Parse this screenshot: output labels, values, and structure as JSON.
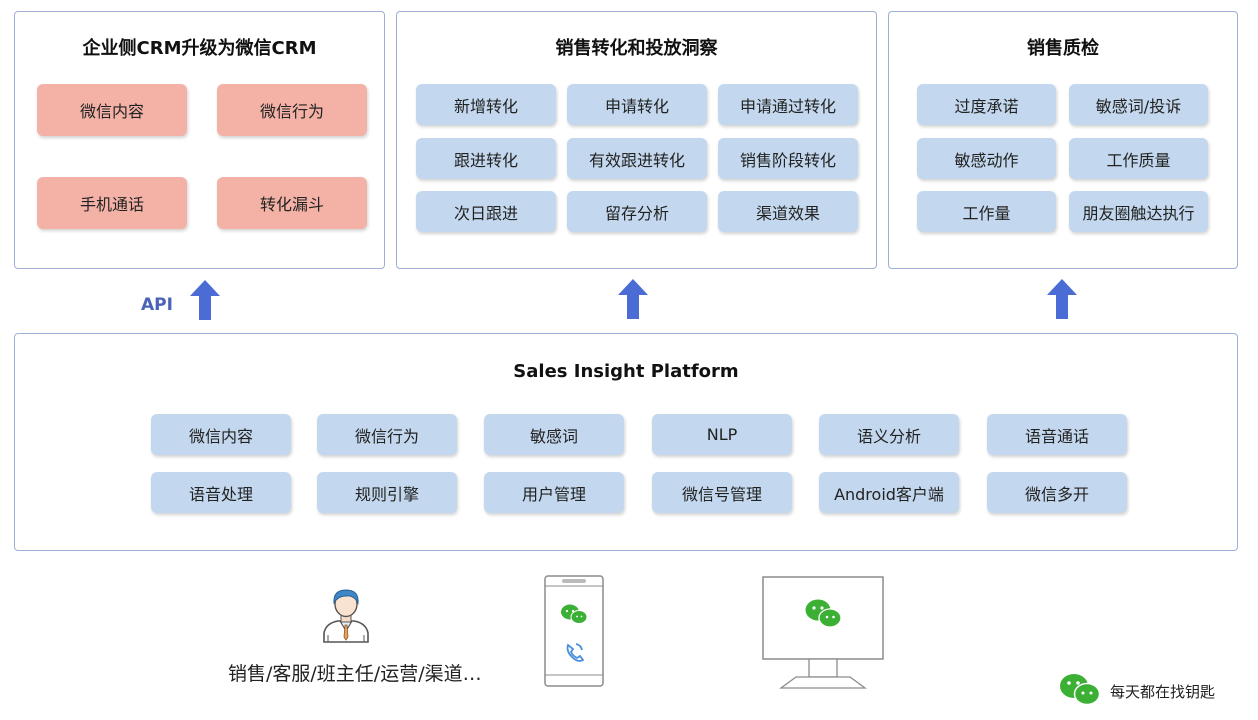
{
  "panels": {
    "crm": {
      "title": "企业侧CRM升级为微信CRM",
      "items": [
        "微信内容",
        "微信行为",
        "手机通话",
        "转化漏斗"
      ]
    },
    "conversion": {
      "title": "销售转化和投放洞察",
      "items": [
        "新增转化",
        "申请转化",
        "申请通过转化",
        "跟进转化",
        "有效跟进转化",
        "销售阶段转化",
        "次日跟进",
        "留存分析",
        "渠道效果"
      ]
    },
    "qc": {
      "title": "销售质检",
      "items": [
        "过度承诺",
        "敏感词/投诉",
        "敏感动作",
        "工作质量",
        "工作量",
        "朋友圈触达执行"
      ]
    }
  },
  "api_label": "API",
  "platform": {
    "title": "Sales Insight Platform",
    "items": [
      "微信内容",
      "微信行为",
      "敏感词",
      "NLP",
      "语义分析",
      "语音通话",
      "语音处理",
      "规则引擎",
      "用户管理",
      "微信号管理",
      "Android客户端",
      "微信多开"
    ]
  },
  "bottom": {
    "roles_label": "销售/客服/班主任/运营/渠道…",
    "person_icon": "person-avatar-icon",
    "phone_icon": "smartphone-icon",
    "monitor_icon": "desktop-monitor-icon"
  },
  "watermark": {
    "text": "每天都在找钥匙",
    "icon": "wechat-icon"
  },
  "colors": {
    "panel_border": "#9fb0d6",
    "chip_blue": "#c3d8ee",
    "chip_pink": "#f4b2a7",
    "arrow": "#4a6cd4",
    "wechat_green": "#3cb034"
  }
}
